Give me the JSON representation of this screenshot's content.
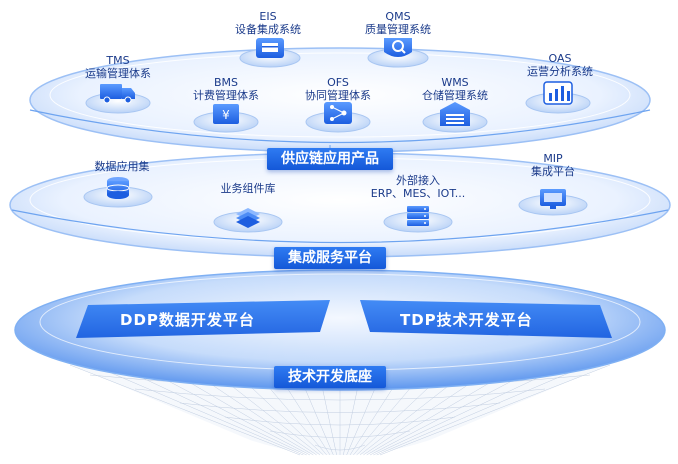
{
  "top_layer": {
    "banner": "供应链应用产品",
    "systems": [
      {
        "code": "EIS",
        "name": "设备集成系统",
        "icon": "device-screen-icon"
      },
      {
        "code": "QMS",
        "name": "质量管理系统",
        "icon": "quality-search-icon"
      },
      {
        "code": "TMS",
        "name": "运输管理体系",
        "icon": "truck-icon"
      },
      {
        "code": "BMS",
        "name": "计费管理体系",
        "icon": "billing-icon"
      },
      {
        "code": "OFS",
        "name": "协同管理体系",
        "icon": "network-icon"
      },
      {
        "code": "WMS",
        "name": "仓储管理系统",
        "icon": "warehouse-icon"
      },
      {
        "code": "OAS",
        "name": "运营分析系统",
        "icon": "analytics-chart-icon"
      }
    ]
  },
  "middle_layer": {
    "banner": "集成服务平台",
    "items": [
      {
        "name": "数据应用集",
        "icon": "database-icon"
      },
      {
        "name": "业务组件库",
        "icon": "layers-icon"
      },
      {
        "name": "外部接入",
        "sub": "ERP、MES、IOT...",
        "icon": "server-icon"
      },
      {
        "name": "MIP",
        "sub": "集成平台",
        "icon": "monitor-icon"
      }
    ]
  },
  "bottom_layer": {
    "banner": "技术开发底座",
    "left_platform": "DDP数据开发平台",
    "right_platform": "TDP技术开发平台"
  },
  "colors": {
    "accent": "#1458d8",
    "label_text": "#1a3a8a",
    "disc_light": "#e6f0ff",
    "disc_edge": "#9cc0f5"
  }
}
